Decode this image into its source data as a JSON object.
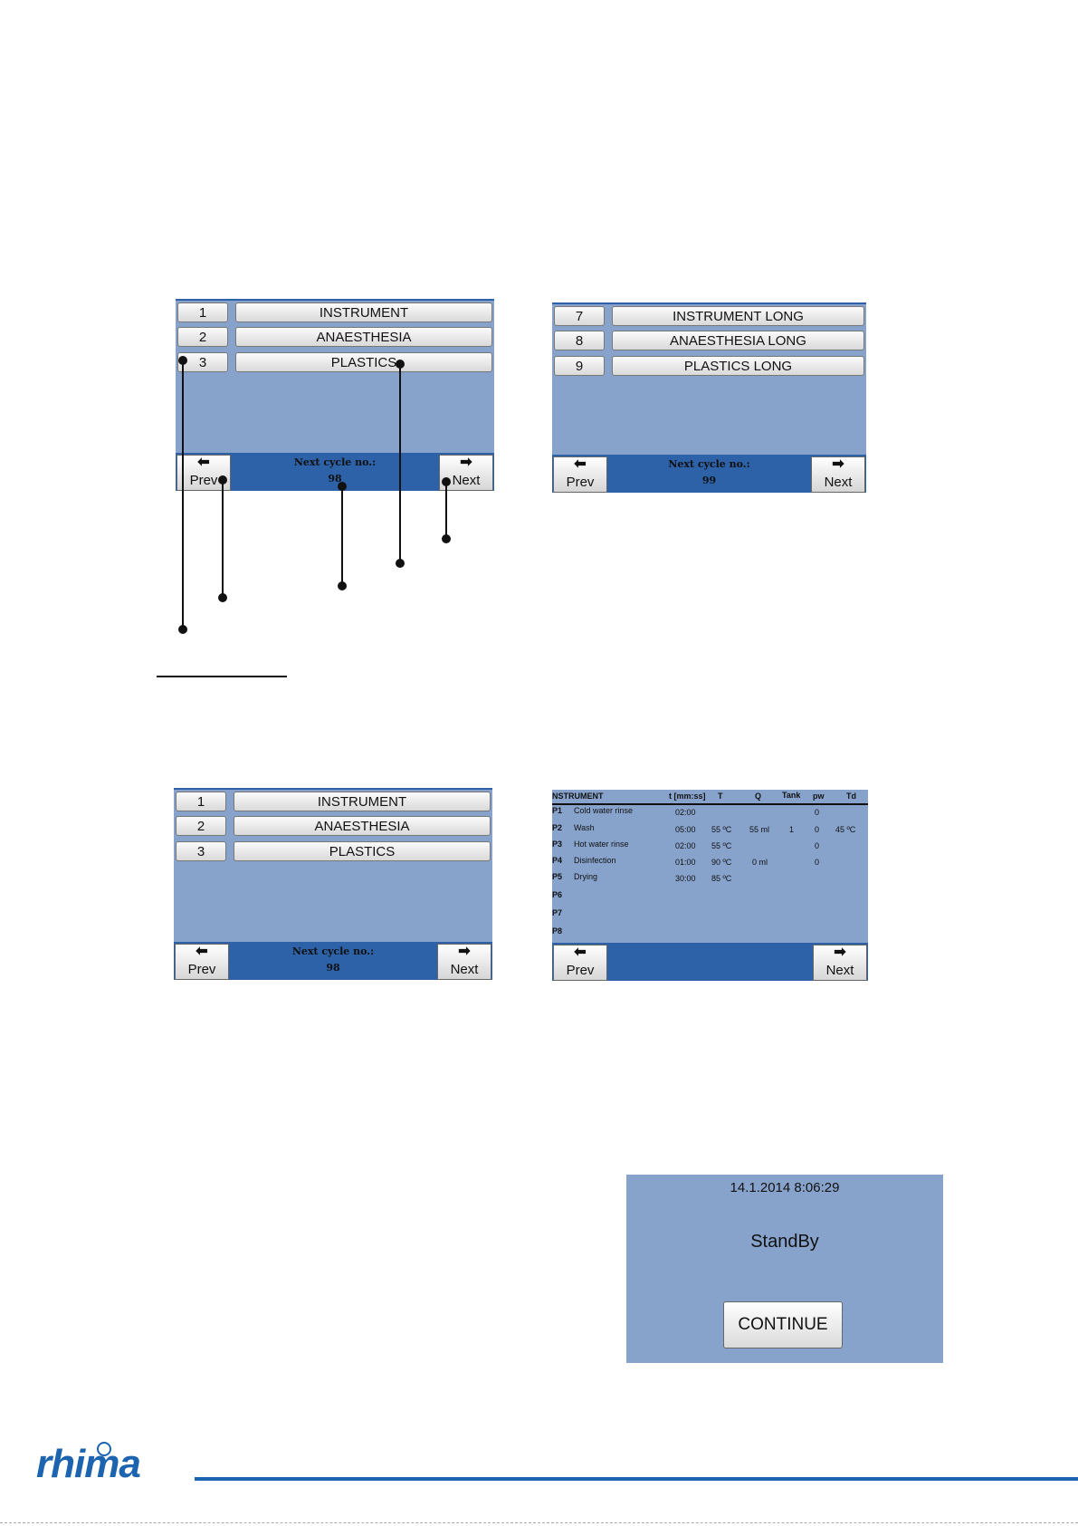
{
  "screen1": {
    "rows": [
      {
        "num": "1",
        "name": "INSTRUMENT"
      },
      {
        "num": "2",
        "name": "ANAESTHESIA"
      },
      {
        "num": "3",
        "name": "PLASTICS"
      }
    ],
    "prev_label": "Prev",
    "next_label": "Next",
    "cycle_title": "Next cycle no.:",
    "cycle_number": "98"
  },
  "screen2": {
    "rows": [
      {
        "num": "7",
        "name": "INSTRUMENT LONG"
      },
      {
        "num": "8",
        "name": "ANAESTHESIA LONG"
      },
      {
        "num": "9",
        "name": "PLASTICS LONG"
      }
    ],
    "prev_label": "Prev",
    "next_label": "Next",
    "cycle_title": "Next cycle no.:",
    "cycle_number": "99"
  },
  "screen3": {
    "rows": [
      {
        "num": "1",
        "name": "INSTRUMENT"
      },
      {
        "num": "2",
        "name": "ANAESTHESIA"
      },
      {
        "num": "3",
        "name": "PLASTICS"
      }
    ],
    "prev_label": "Prev",
    "next_label": "Next",
    "cycle_title": "Next cycle no.:",
    "cycle_number": "98"
  },
  "screen4": {
    "program_name": "NSTRUMENT",
    "headers": {
      "t": "t [mm:ss]",
      "T": "T",
      "Q": "Q",
      "tank": "Tank",
      "pw": "pw",
      "td": "Td"
    },
    "phases": [
      {
        "id": "P1",
        "name": "Cold water rinse",
        "t": "02:00",
        "T": "",
        "Q": "",
        "tank": "",
        "pw": "0",
        "td": ""
      },
      {
        "id": "P2",
        "name": "Wash",
        "t": "05:00",
        "T": "55 ºC",
        "Q": "55 ml",
        "tank": "1",
        "pw": "0",
        "td": "45 ºC"
      },
      {
        "id": "P3",
        "name": "Hot water rinse",
        "t": "02:00",
        "T": "55 ºC",
        "Q": "",
        "tank": "",
        "pw": "0",
        "td": ""
      },
      {
        "id": "P4",
        "name": "Disinfection",
        "t": "01:00",
        "T": "90 ºC",
        "Q": "0 ml",
        "tank": "",
        "pw": "0",
        "td": ""
      },
      {
        "id": "P5",
        "name": "Drying",
        "t": "30:00",
        "T": "85 ºC",
        "Q": "",
        "tank": "",
        "pw": "",
        "td": ""
      },
      {
        "id": "P6",
        "name": "",
        "t": "",
        "T": "",
        "Q": "",
        "tank": "",
        "pw": "",
        "td": ""
      },
      {
        "id": "P7",
        "name": "",
        "t": "",
        "T": "",
        "Q": "",
        "tank": "",
        "pw": "",
        "td": ""
      },
      {
        "id": "P8",
        "name": "",
        "t": "",
        "T": "",
        "Q": "",
        "tank": "",
        "pw": "",
        "td": ""
      }
    ],
    "prev_label": "Prev",
    "next_label": "Next"
  },
  "standby": {
    "datetime": "14.1.2014 8:06:29",
    "status": "StandBy",
    "continue_label": "CONTINUE"
  },
  "footer": {
    "logo_text": "rhima",
    "brand_color": "#1c63b0"
  },
  "icons": {
    "prev": "arrow-left-icon",
    "next": "arrow-right-icon"
  }
}
